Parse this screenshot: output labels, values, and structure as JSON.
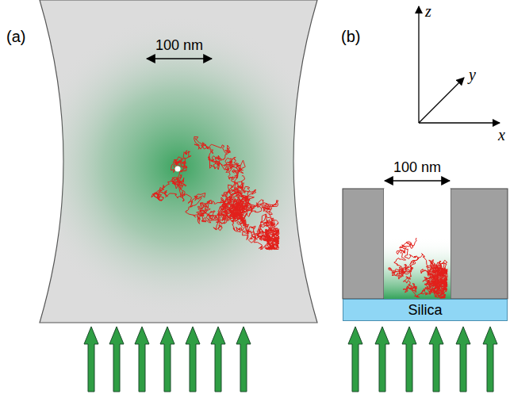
{
  "diagram": {
    "nodes": [
      {
        "text": [
          "Silica"
        ]
      }
    ],
    "labels": [
      "(a)",
      "100 nm",
      "(b)",
      "z",
      "y",
      "x",
      "100 nm"
    ]
  }
}
